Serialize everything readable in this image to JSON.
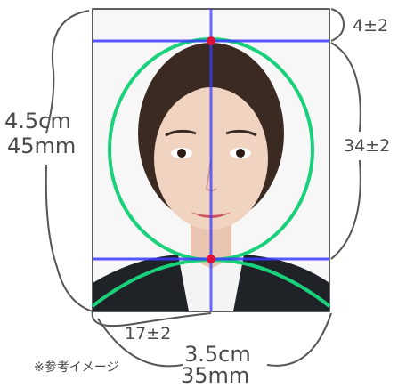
{
  "labels": {
    "top_offset": "4±2",
    "face_height": "34±2",
    "height_cm": "4.5cm",
    "height_mm": "45mm",
    "chin_offset": "17±2",
    "width_cm": "3.5cm",
    "width_mm": "35mm",
    "reference_note": "※参考イメージ"
  },
  "colors": {
    "guide_line": "#3a3aff",
    "face_oval": "#19d17a",
    "marker_dot": "#e0103a",
    "bracket": "#555555",
    "suit": "#1f2328",
    "shirt": "#f4f4f4",
    "hair": "#3b2a22",
    "skin": "#f1d3c2",
    "background": "#f7f7f7"
  }
}
